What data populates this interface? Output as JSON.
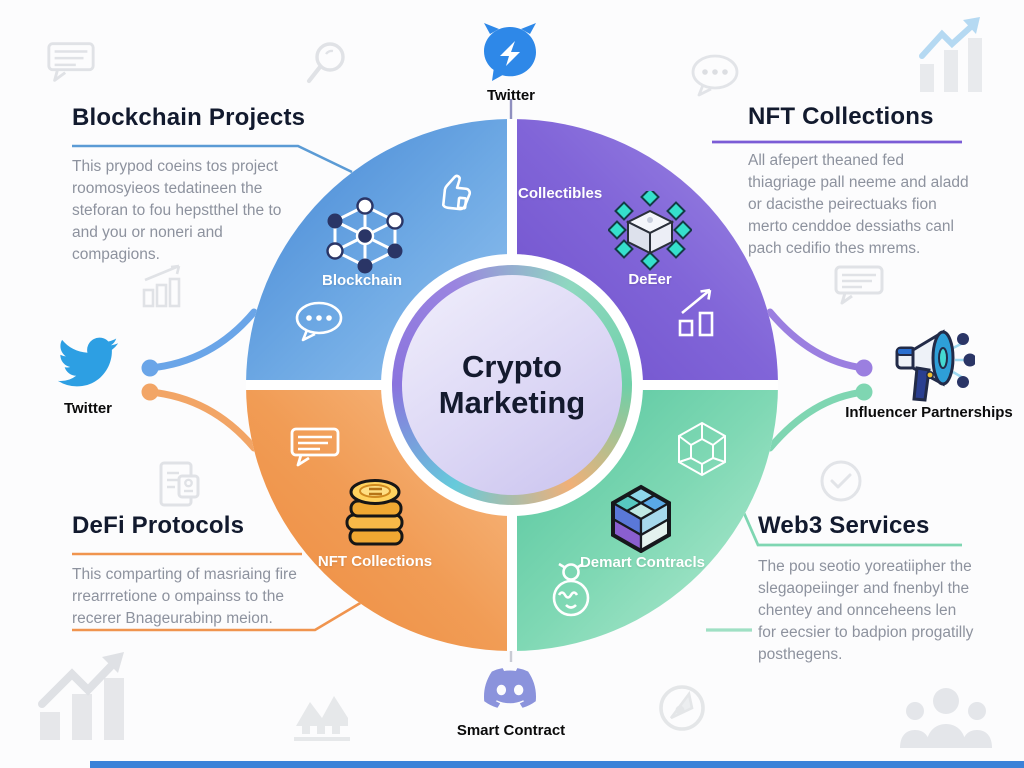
{
  "center": {
    "title": "Crypto Marketing"
  },
  "sections": {
    "blockchain_projects": {
      "heading": "Blockchain Projects",
      "body": "This prypod coeins tos project roomosyieos tedatineen the steforan to fou hepstthel the to and you or noneri and compagions.",
      "accent": "#4a8ed8"
    },
    "nft_collections": {
      "heading": "NFT Collections",
      "body": "All afepert theaned fed thiagriage pall neeme and aladd or dacisthe peirectuaks fion merto cenddoe dessiaths canl pach cedifio thes mrems.",
      "accent": "#7b5cd6"
    },
    "defi_protocols": {
      "heading": "DeFi Protocols",
      "body": "This comparting of masriaing fire rrearrretione o ompainss to the recerer Bnageurabinp meion.",
      "accent": "#f08c42"
    },
    "web3_services": {
      "heading": "Web3 Services",
      "body": "The pou seotio yoreatiipher the slegaopeiinger and fnenbyl the chentey and onnceheens len for eecsier to badpion progatilly posthegens.",
      "accent": "#58c9a5"
    }
  },
  "wheel": {
    "quadrant_labels": {
      "top_left": "Blockchain",
      "top_right_1": "Collectibles",
      "top_right_2": "DeEer",
      "bottom_left": "NFT Collections",
      "bottom_right": "Demart Contracls"
    },
    "quadrant_colors": {
      "top_left": "#4a8ed8",
      "top_right": "#7b5cd6",
      "bottom_left": "#f08c42",
      "bottom_right": "#58c9a5"
    }
  },
  "callouts": {
    "top": "Twitter",
    "left": "Twitter",
    "right": "Influencer Partnerships",
    "bottom": "Smart Contract"
  },
  "icons": {
    "messenger": "blue chat bubble with lightning bolt",
    "twitter_bird": "blue twitter bird",
    "megaphone": "megaphone with dots",
    "discord": "purple discord face",
    "network": "blockchain node network",
    "thumbs_up": "thumbs up outline",
    "bubble_dots": "speech bubble with three dots",
    "pixel_cluster": "chip cube with teal pixels",
    "growth_arrow": "bar chart with rising arrow",
    "bubble_lines": "speech bubble with lines",
    "coins": "pixel gold coin stack",
    "wire_cube": "wireframe cube",
    "color_cube": "colored isometric cube",
    "wavy_face": "round face with waves",
    "magnifier": "magnifying glass",
    "receipt": "receipt document",
    "check_circle": "circled checkmark",
    "compass": "circled compass",
    "people": "group of people"
  },
  "decor": {
    "bottom_bar_color": "#3b82d8"
  }
}
